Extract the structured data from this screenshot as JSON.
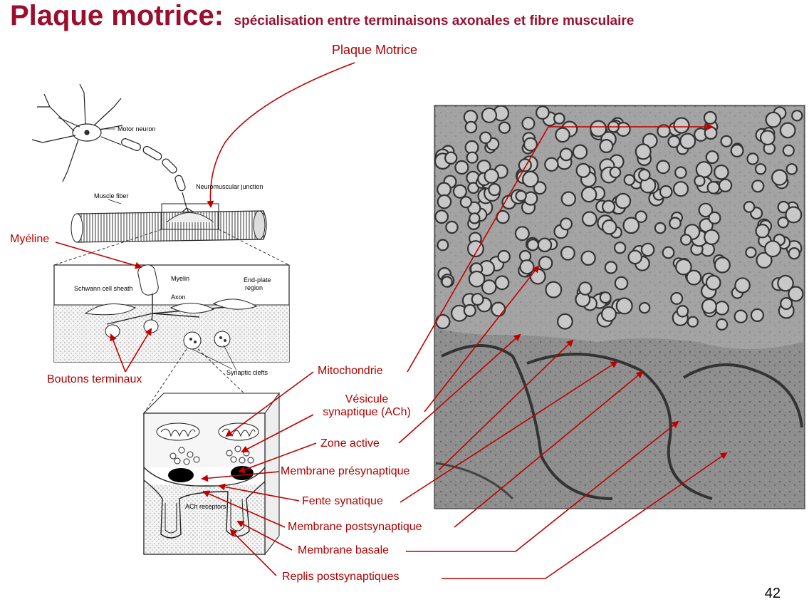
{
  "title": {
    "main": "Plaque motrice:",
    "subtitle": "spécialisation entre terminaisons axonales et fibre musculaire"
  },
  "labels": {
    "plaque_motrice": "Plaque Motrice",
    "myeline": "Myéline",
    "boutons_terminaux": "Boutons terminaux",
    "mitochondrie": "Mitochondrie",
    "vesicule_line1": "Vésicule",
    "vesicule_line2": "synaptique (ACh)",
    "zone_active": "Zone active",
    "membrane_presynaptique": "Membrane présynaptique",
    "fente_synaptique": "Fente synatique",
    "membrane_postsynaptique": "Membrane postsynaptique",
    "membrane_basale": "Membrane basale",
    "replis_postsynaptiques": "Replis postsynaptiques"
  },
  "diagram_labels": {
    "motor_neuron": "Motor neuron",
    "muscle_fiber": "Muscle fiber",
    "neuromuscular_junction": "Neuromuscular junction",
    "myelin": "Myelin",
    "schwann_cell_sheath": "Schwann cell sheath",
    "axon": "Axon",
    "end_plate_region_line1": "End-plate",
    "end_plate_region_line2": "region",
    "synaptic_clefts": "Synaptic clefts",
    "ach_receptors": "ACh receptors"
  },
  "page_number": "42",
  "colors": {
    "title": "#9a0f2d",
    "label": "#b00000",
    "arrow": "#c00000",
    "micrograph_bg": "#8a8a8a"
  }
}
